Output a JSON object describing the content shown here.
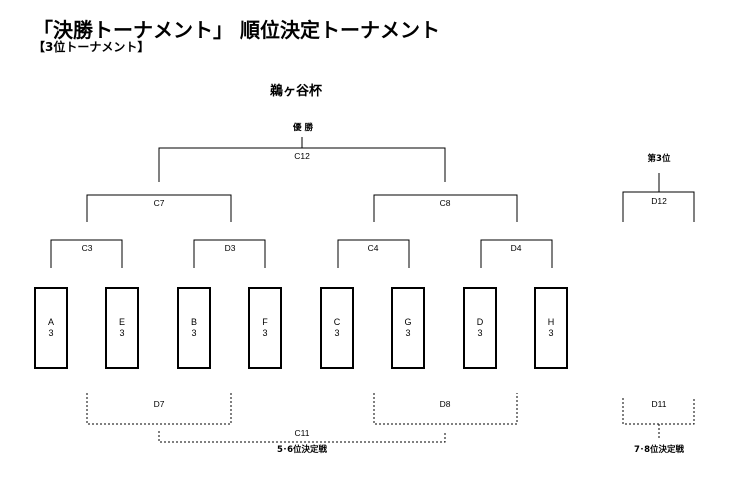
{
  "heading": {
    "title": "「決勝トーナメント」 順位決定トーナメント",
    "subtitle": "【3位トーナメント】",
    "cup": "鵜ヶ谷杯"
  },
  "main_bracket": {
    "winner_label": "優 勝",
    "final_match": "C12",
    "semi_left": "C7",
    "semi_right": "C8",
    "qf": [
      "C3",
      "D3",
      "C4",
      "D4"
    ],
    "teams": [
      {
        "name": "A",
        "seed": "3"
      },
      {
        "name": "E",
        "seed": "3"
      },
      {
        "name": "B",
        "seed": "3"
      },
      {
        "name": "F",
        "seed": "3"
      },
      {
        "name": "C",
        "seed": "3"
      },
      {
        "name": "G",
        "seed": "3"
      },
      {
        "name": "D",
        "seed": "3"
      },
      {
        "name": "H",
        "seed": "3"
      }
    ]
  },
  "consolation": {
    "left_match": "D7",
    "right_match": "D8",
    "final_match": "C11",
    "label": "5･6位決定戦"
  },
  "third_place": {
    "label": "第3位",
    "match": "D12",
    "lower_match": "D11",
    "lower_label": "7･8位決定戦"
  }
}
